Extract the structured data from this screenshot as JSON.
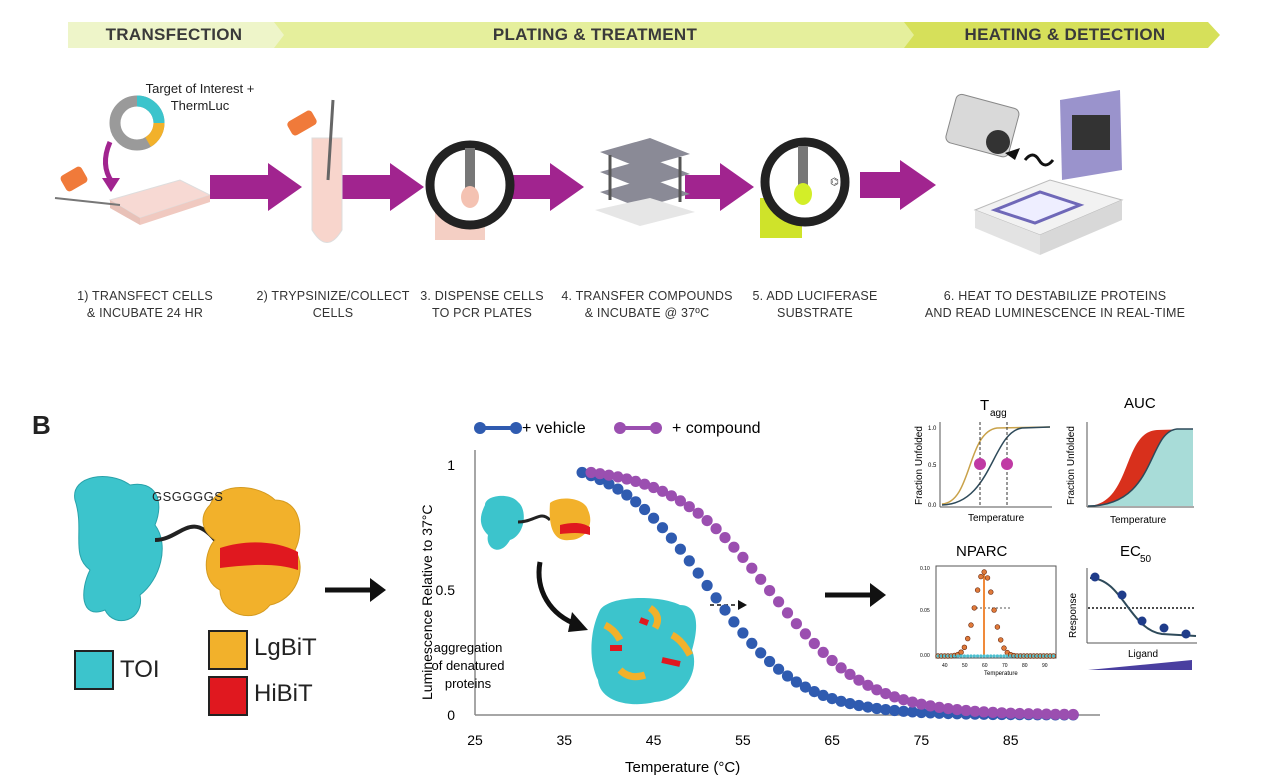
{
  "banners": {
    "transfection": "TRANSFECTION",
    "plating": "PLATING & TREATMENT",
    "heating": "HEATING & DETECTION"
  },
  "colors": {
    "arrow": "#a1248f",
    "toi": "#3cc4cc",
    "lgbit": "#f2b12b",
    "hibit": "#e0181f",
    "vehicle": "#2f5bb0",
    "compound": "#9b4fb0",
    "banner_light": "#eef5c9",
    "banner_mid": "#e5ef9c",
    "banner_dark": "#d6e05a"
  },
  "panel_a": {
    "plasmid_label_line1": "Target of Interest +",
    "plasmid_label_line2": "ThermLuc",
    "steps": [
      {
        "line1": "1) TRANSFECT CELLS",
        "line2": "& INCUBATE 24 HR"
      },
      {
        "line1": "2) TRYPSINIZE/COLLECT",
        "line2": "CELLS"
      },
      {
        "line1": "3. DISPENSE CELLS",
        "line2": "TO PCR PLATES"
      },
      {
        "line1": "4. TRANSFER COMPOUNDS",
        "line2": "& INCUBATE @ 37ºC"
      },
      {
        "line1": "5. ADD LUCIFERASE",
        "line2": "SUBSTRATE"
      },
      {
        "line1": "6. HEAT TO DESTABILIZE PROTEINS",
        "line2": "AND READ LUMINESCENCE  IN REAL-TIME"
      }
    ]
  },
  "panel_b": {
    "label": "B",
    "linker": "GSGGGGS",
    "legend": [
      {
        "name": "TOI",
        "color": "#3cc4cc"
      },
      {
        "name": "LgBiT",
        "color": "#f2b12b"
      },
      {
        "name": "HiBiT",
        "color": "#e0181f"
      }
    ],
    "aggregation_line1": "aggregation",
    "aggregation_line2": "of denatured",
    "aggregation_line3": "proteins"
  },
  "chart_data": [
    {
      "type": "line",
      "xlabel": "Temperature (°C)",
      "ylabel": "Luminescence Relative to 37°C",
      "xlim": [
        25,
        95
      ],
      "ylim": [
        0,
        1
      ],
      "x_ticks": [
        25,
        35,
        45,
        55,
        65,
        75,
        85
      ],
      "y_ticks": [
        "1",
        "0.5",
        "0"
      ],
      "legend_placement": "top",
      "series": [
        {
          "name": "+ vehicle",
          "color": "#2f5bb0",
          "x_start": 37,
          "x_end": 92,
          "x_step": 1,
          "tm": 51,
          "slope": 5.2
        },
        {
          "name": "+ compound",
          "color": "#9b4fb0",
          "x_start": 38,
          "x_end": 92,
          "x_step": 1,
          "tm": 58,
          "slope": 5.5
        }
      ]
    },
    {
      "type": "line",
      "title": "T",
      "title_sub": "agg",
      "xlabel": "Temperature",
      "ylabel": "Fraction Unfolded",
      "y_ticks": [
        "1.0",
        "0.5",
        "0.0"
      ]
    },
    {
      "type": "area",
      "title": "AUC",
      "xlabel": "Temperature",
      "ylabel": "Fraction Unfolded"
    },
    {
      "type": "scatter",
      "title": "NPARC",
      "xlabel": "Temperature",
      "x_ticks": [
        "40",
        "50",
        "60",
        "70",
        "80",
        "90"
      ],
      "y_ticks": [
        "0.10",
        "0.05",
        "0.00"
      ]
    },
    {
      "type": "scatter",
      "title": "EC",
      "title_sub": "50",
      "xlabel": "Ligand",
      "ylabel": "Response"
    }
  ]
}
